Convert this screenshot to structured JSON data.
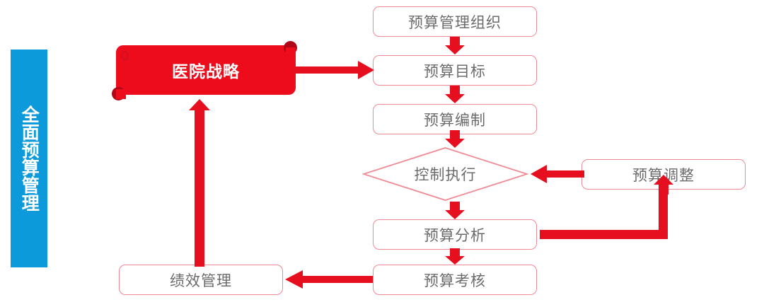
{
  "diagram": {
    "title": "全面预算管理",
    "side_banner": {
      "label": "全面预算管理",
      "color": "#0d9adb",
      "text_color": "#ffffff"
    },
    "accent_colors": {
      "arrow_red": "#e60f20",
      "ribbon_red": "#ec0c1c",
      "ribbon_dark_red": "#b00718",
      "box_border": "#f08a95",
      "box_text": "#6b6b6b",
      "banner_blue": "#0d9adb"
    },
    "nodes": [
      {
        "id": "hospital-strategy",
        "label": "医院战略",
        "shape": "ribbon"
      },
      {
        "id": "budget-org",
        "label": "预算管理组织",
        "shape": "rounded-rect"
      },
      {
        "id": "budget-goal",
        "label": "预算目标",
        "shape": "rounded-rect"
      },
      {
        "id": "budget-prep",
        "label": "预算编制",
        "shape": "rounded-rect"
      },
      {
        "id": "control-execution",
        "label": "控制执行",
        "shape": "diamond"
      },
      {
        "id": "budget-adjust",
        "label": "预算调整",
        "shape": "rounded-rect"
      },
      {
        "id": "budget-analysis",
        "label": "预算分析",
        "shape": "rounded-rect"
      },
      {
        "id": "budget-assessment",
        "label": "预算考核",
        "shape": "rounded-rect"
      },
      {
        "id": "performance-mgmt",
        "label": "绩效管理",
        "shape": "rounded-rect"
      }
    ],
    "edges": [
      {
        "from": "budget-org",
        "to": "budget-goal",
        "direction": "down"
      },
      {
        "from": "hospital-strategy",
        "to": "budget-goal",
        "direction": "right"
      },
      {
        "from": "budget-goal",
        "to": "budget-prep",
        "direction": "down"
      },
      {
        "from": "budget-prep",
        "to": "control-execution",
        "direction": "down"
      },
      {
        "from": "budget-adjust",
        "to": "control-execution",
        "direction": "left"
      },
      {
        "from": "control-execution",
        "to": "budget-analysis",
        "direction": "down"
      },
      {
        "from": "budget-analysis",
        "to": "budget-adjust",
        "direction": "right-up"
      },
      {
        "from": "budget-analysis",
        "to": "budget-assessment",
        "direction": "down"
      },
      {
        "from": "budget-assessment",
        "to": "performance-mgmt",
        "direction": "left"
      },
      {
        "from": "performance-mgmt",
        "to": "hospital-strategy",
        "direction": "up"
      }
    ]
  }
}
